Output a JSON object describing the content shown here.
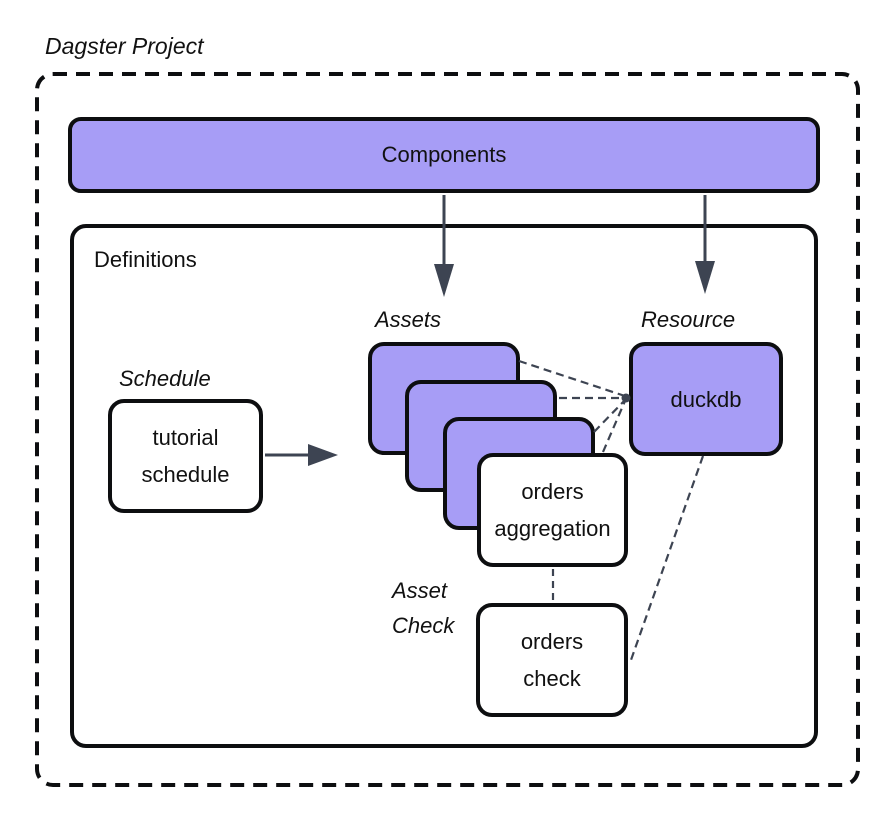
{
  "page": {
    "title": "Dagster Project"
  },
  "colors": {
    "purple": "#a79df6",
    "ink": "#0d0e10",
    "connector": "#3d4452",
    "background": "#ffffff"
  },
  "components": {
    "label": "Components"
  },
  "definitions": {
    "label": "Definitions"
  },
  "labels": {
    "schedule": "Schedule",
    "assets": "Assets",
    "resource": "Resource",
    "asset_check_line1": "Asset",
    "asset_check_line2": "Check"
  },
  "nodes": {
    "tutorial_schedule": {
      "line1": "tutorial",
      "line2": "schedule"
    },
    "orders_aggregation": {
      "line1": "orders",
      "line2": "aggregation"
    },
    "duckdb": {
      "label": "duckdb"
    },
    "orders_check": {
      "line1": "orders",
      "line2": "check"
    }
  },
  "edges": [
    {
      "from": "components",
      "to": "assets",
      "type": "solid-arrow"
    },
    {
      "from": "components",
      "to": "resource-duckdb",
      "type": "solid-arrow"
    },
    {
      "from": "tutorial-schedule",
      "to": "assets",
      "type": "solid-arrow"
    },
    {
      "from": "asset-1",
      "to": "duckdb",
      "type": "dashed"
    },
    {
      "from": "asset-2",
      "to": "duckdb",
      "type": "dashed"
    },
    {
      "from": "asset-3",
      "to": "duckdb",
      "type": "dashed"
    },
    {
      "from": "orders-aggregation",
      "to": "duckdb",
      "type": "dashed"
    },
    {
      "from": "duckdb",
      "to": "orders-check",
      "type": "dashed"
    },
    {
      "from": "orders-aggregation",
      "to": "orders-check",
      "type": "dashed"
    }
  ]
}
